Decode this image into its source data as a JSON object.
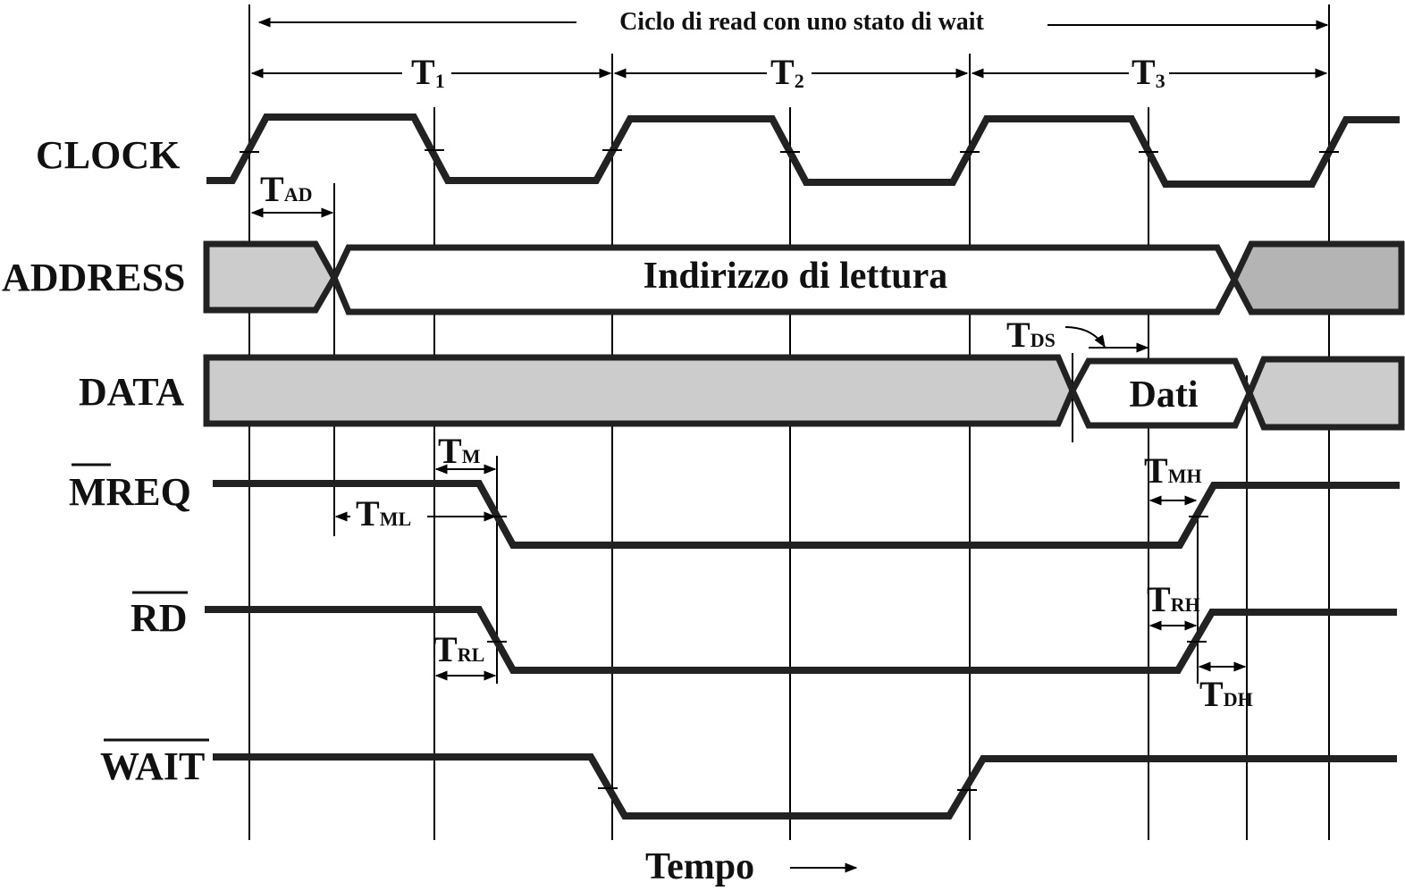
{
  "colors": {
    "line": "#222222",
    "bus_gray": "#cccccc",
    "bus_gray_dark": "#b4b4b4",
    "background": "#ffffff"
  },
  "title": "Ciclo di read con uno stato di wait",
  "periods": [
    {
      "main": "T",
      "sub": "1"
    },
    {
      "main": "T",
      "sub": "2"
    },
    {
      "main": "T",
      "sub": "3"
    }
  ],
  "signals": {
    "clock": "CLOCK",
    "address": "ADDRESS",
    "data": "DATA",
    "mreq": "MREQ",
    "rd": "RD",
    "wait": "WAIT"
  },
  "bus_text": {
    "address_value": "Indirizzo di lettura",
    "data_value": "Dati"
  },
  "timings": {
    "tad": {
      "main": "T",
      "sub": "AD"
    },
    "tds": {
      "main": "T",
      "sub": "DS"
    },
    "tm": {
      "main": "T",
      "sub": "M"
    },
    "tml": {
      "main": "T",
      "sub": "ML"
    },
    "tmh": {
      "main": "T",
      "sub": "MH"
    },
    "trh": {
      "main": "T",
      "sub": "RH"
    },
    "trl": {
      "main": "T",
      "sub": "RL"
    },
    "tdh": {
      "main": "T",
      "sub": "DH"
    }
  },
  "time_axis": {
    "label": "Tempo",
    "arrow": "⟶"
  }
}
